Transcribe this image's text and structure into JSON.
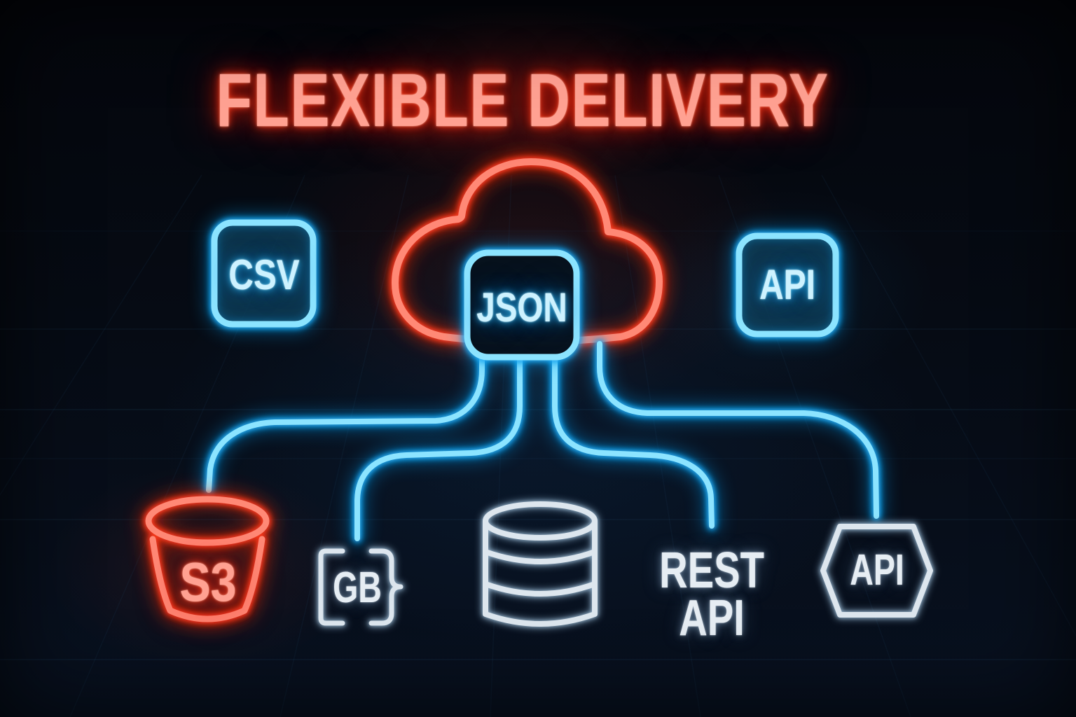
{
  "diagram": {
    "title": "FLEXIBLE DELIVERY",
    "palette": {
      "background": "#060b14",
      "red_neon": "#ff6a50",
      "blue_neon": "#49c9f2",
      "gray_neon": "#d6dfe7"
    },
    "cloud": {
      "icon": "cloud-icon",
      "format_label": "JSON"
    },
    "format_badges": [
      {
        "id": "csv",
        "label": "CSV"
      },
      {
        "id": "api",
        "label": "API"
      }
    ],
    "destinations": {
      "s3_bucket": {
        "icon": "bucket-icon",
        "label": "S3"
      },
      "gb_brackets": {
        "icon": "code-brackets-icon",
        "label": "GB"
      },
      "database": {
        "icon": "database-icon"
      },
      "rest_api": {
        "label_line1": "REST",
        "label_line2": "API"
      },
      "api_hexagon": {
        "icon": "hexagon-icon",
        "label": "API"
      }
    },
    "connections": [
      {
        "from": "json-cloud",
        "to": "s3-bucket"
      },
      {
        "from": "json-cloud",
        "to": "gb-brackets"
      },
      {
        "from": "json-cloud",
        "to": "rest-api"
      },
      {
        "from": "json-cloud",
        "to": "api-hexagon"
      }
    ]
  }
}
